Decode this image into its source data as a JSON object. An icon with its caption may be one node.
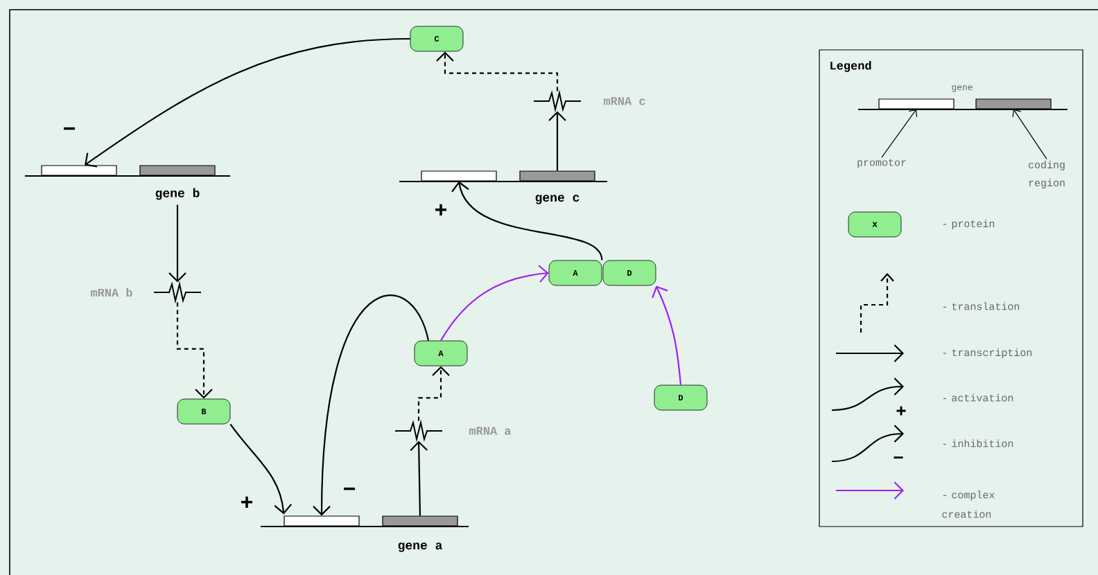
{
  "diagram": {
    "nodes": [
      {
        "text": [
          "C"
        ]
      },
      {
        "text": [],
        "shape": "zigzag",
        "beside": [
          "mRNA c"
        ]
      },
      {
        "text": [],
        "shape": "box"
      },
      {
        "text": [],
        "shape": "box",
        "beside": [
          "gene b"
        ]
      },
      {
        "text": [],
        "shape": "box"
      },
      {
        "text": [],
        "shape": "box",
        "beside": [
          "gene c"
        ]
      },
      {
        "text": [
          "A"
        ]
      },
      {
        "text": [
          "D"
        ]
      },
      {
        "text": [],
        "shape": "zigzag",
        "beside": [
          "mRNA b"
        ]
      },
      {
        "text": [
          "A"
        ]
      },
      {
        "text": [
          "D"
        ]
      },
      {
        "text": [
          "B"
        ]
      },
      {
        "text": [],
        "shape": "zigzag",
        "beside": [
          "mRNA a"
        ]
      },
      {
        "text": [],
        "shape": "box"
      },
      {
        "text": [],
        "shape": "box",
        "beside": [
          "gene a"
        ]
      },
      {
        "text": [],
        "shape": "box"
      },
      {
        "text": [],
        "shape": "box"
      },
      {
        "text": [
          "promotor"
        ]
      },
      {
        "text": [
          "coding region"
        ]
      }
    ],
    "edges": [
      {
        "from": 5,
        "to": 1,
        "arrow": "to"
      },
      {
        "from": 1,
        "to": 0,
        "arrow": "to",
        "style": "dashed"
      },
      {
        "from": 0,
        "to": 2,
        "arrow": "to",
        "label": "−"
      },
      {
        "from": 3,
        "to": 8,
        "arrow": "to"
      },
      {
        "from": 8,
        "to": 11,
        "arrow": "to",
        "style": "dashed"
      },
      {
        "from": 11,
        "to": 13,
        "arrow": "to",
        "label": "+"
      },
      {
        "from": 9,
        "to": 13,
        "arrow": "to",
        "label": "−"
      },
      {
        "from": 14,
        "to": 12,
        "arrow": "to"
      },
      {
        "from": 12,
        "to": 9,
        "arrow": "to",
        "style": "dashed"
      },
      {
        "from": 9,
        "to": 6,
        "arrow": "to",
        "color": "#a020f0"
      },
      {
        "from": 10,
        "to": 7,
        "arrow": "to",
        "color": "#a020f0"
      },
      {
        "from": 6,
        "to": 4,
        "arrow": "to",
        "label": "+"
      },
      {
        "from": 17,
        "to": 15,
        "arrow": "to"
      },
      {
        "from": 18,
        "to": 16,
        "arrow": "to"
      }
    ],
    "labels": [
      "Legend",
      "gene",
      "x",
      "+",
      "−"
    ],
    "legend": [
      {
        "text": "- protein"
      },
      {
        "text": "- translation"
      },
      {
        "text": "- transcription"
      },
      {
        "text": "- activation"
      },
      {
        "text": "- inhibition"
      },
      {
        "text": "- complex creation"
      }
    ]
  }
}
